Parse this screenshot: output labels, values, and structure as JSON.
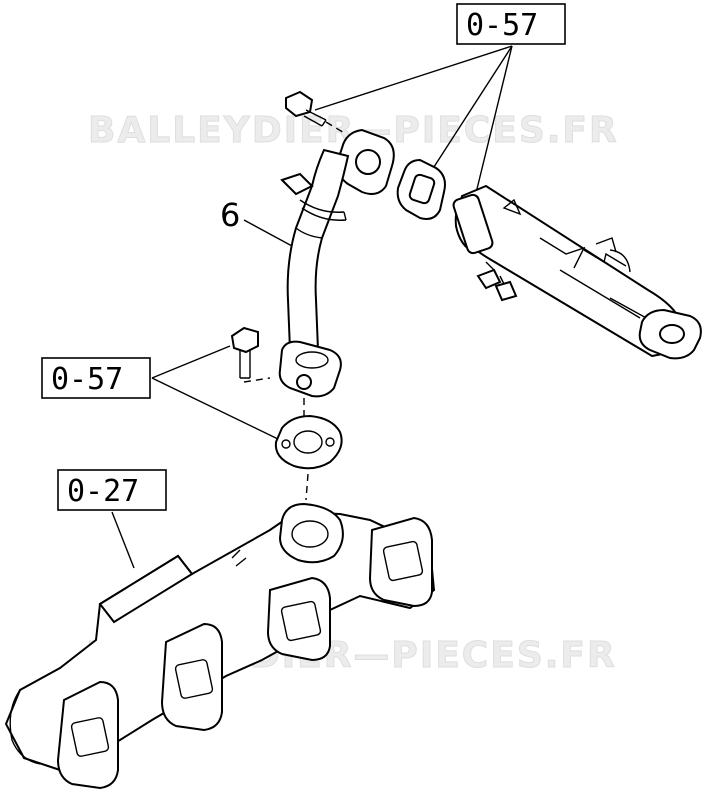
{
  "labels": {
    "ref_top": "0-57",
    "ref_mid": "0-57",
    "ref_manifold": "0-27",
    "part_pipe": "6"
  },
  "watermark": {
    "top": "BALLEYDIER—PIECES.FR",
    "bottom": "BALLEYDIER—PIECES.FR"
  },
  "colors": {
    "ink": "#000000",
    "paper": "#ffffff",
    "watermark": "#e6e6e6"
  }
}
